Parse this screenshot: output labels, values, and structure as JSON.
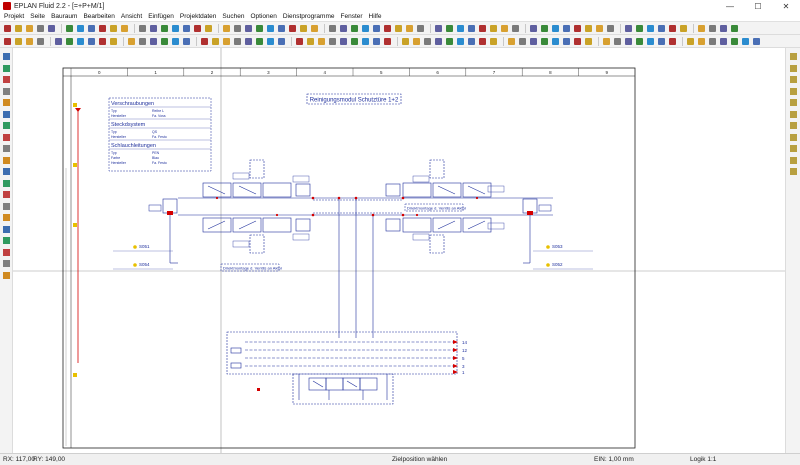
{
  "window": {
    "title": "EPLAN Fluid 2.2 - [=+P+M/1]",
    "minimize": "—",
    "maximize": "☐",
    "close": "✕"
  },
  "menu": [
    "Projekt",
    "Seite",
    "Bauraum",
    "Bearbeiten",
    "Ansicht",
    "Einfügen",
    "Projektdaten",
    "Suchen",
    "Optionen",
    "Dienstprogramme",
    "Fenster",
    "Hilfe"
  ],
  "colors": {
    "accent_red": "#c00000",
    "wire_blue": "#1e2f9c",
    "marker_red": "#d40000",
    "guide_yellow": "#e8c000",
    "frame_black": "#222222"
  },
  "drawing": {
    "column_numbers": [
      "0",
      "1",
      "2",
      "3",
      "4",
      "5",
      "6",
      "7",
      "8",
      "9"
    ],
    "page_title": "Reinigungsmodul Schutztüre 1+2",
    "table": {
      "sections": [
        {
          "heading": "Verschraubungen",
          "rows": [
            [
              "Typ",
              "Reihe L"
            ],
            [
              "Hersteller",
              "Fa. Voss"
            ]
          ]
        },
        {
          "heading": "Steckdsystem",
          "rows": [
            [
              "Typ",
              "QS"
            ],
            [
              "Hersteller",
              "Fa. Festo"
            ]
          ]
        },
        {
          "heading": "Schlauchleitungen",
          "rows": [
            [
              "Typ",
              "PEN"
            ],
            [
              "Farbe",
              "Blau"
            ],
            [
              "Hersteller",
              "Fa. Festo"
            ]
          ]
        }
      ]
    },
    "labels": {
      "left_valve_note": "Direktmontage d. Ventils an Aktor",
      "right_valve_note": "Direktmontage d. Ventils an Aktor",
      "s051": "S051",
      "s054": "S054",
      "s052": "S052",
      "s053": "S053",
      "port_14": "14",
      "port_12": "12",
      "port_5": "5",
      "port_3": "3",
      "port_1": "1"
    }
  },
  "status": {
    "rx": "RX: 117,00",
    "ry": "RY: 149,00",
    "message": "Zielposition wählen",
    "ein": "EIN: 1,00 mm",
    "logik": "Logik 1:1"
  }
}
